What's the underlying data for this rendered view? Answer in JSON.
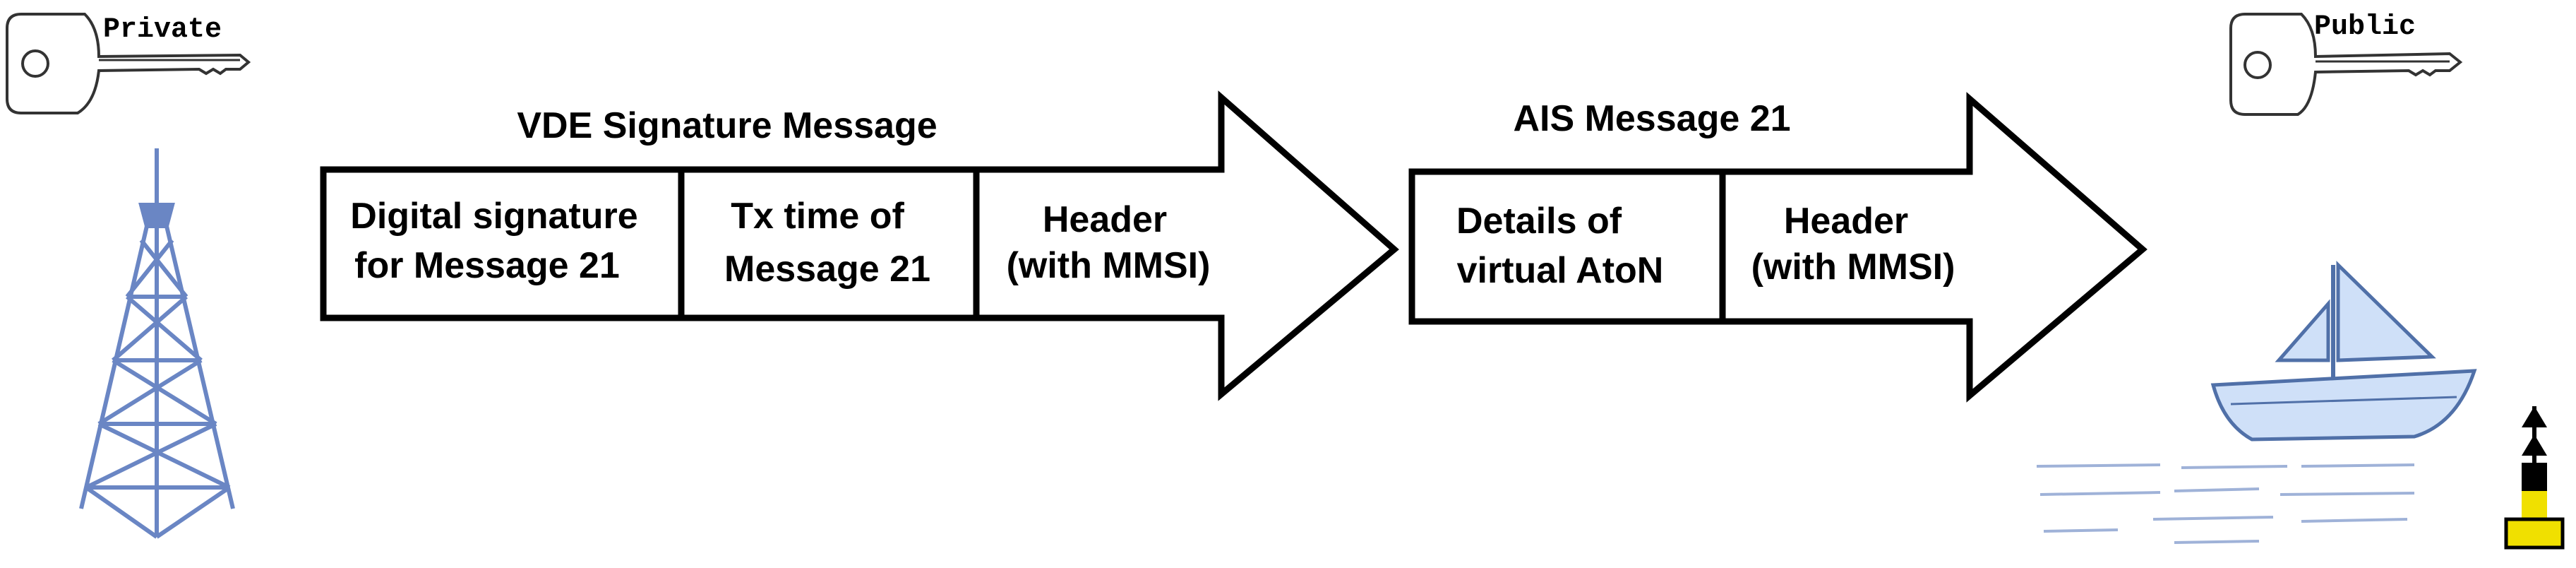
{
  "keys": {
    "private_label": "Private",
    "public_label": "Public"
  },
  "vde_message": {
    "title": "VDE Signature Message",
    "fields": [
      {
        "line1": "Digital signature",
        "line2": "for Message 21"
      },
      {
        "line1": "Tx time of",
        "line2": "Message 21"
      },
      {
        "line1": "Header",
        "line2": "(with MMSI)"
      }
    ]
  },
  "ais_message": {
    "title": "AIS Message 21",
    "fields": [
      {
        "line1": "Details of",
        "line2": "virtual AtoN"
      },
      {
        "line1": "Header",
        "line2": "(with MMSI)"
      }
    ]
  },
  "colors": {
    "tower": "#6a86c4",
    "boat": "#cfe0f8",
    "boat_outline": "#5070a8",
    "water": "#9fb2d8",
    "buoy": "#f0e000",
    "key_fill": "#ffffff"
  }
}
